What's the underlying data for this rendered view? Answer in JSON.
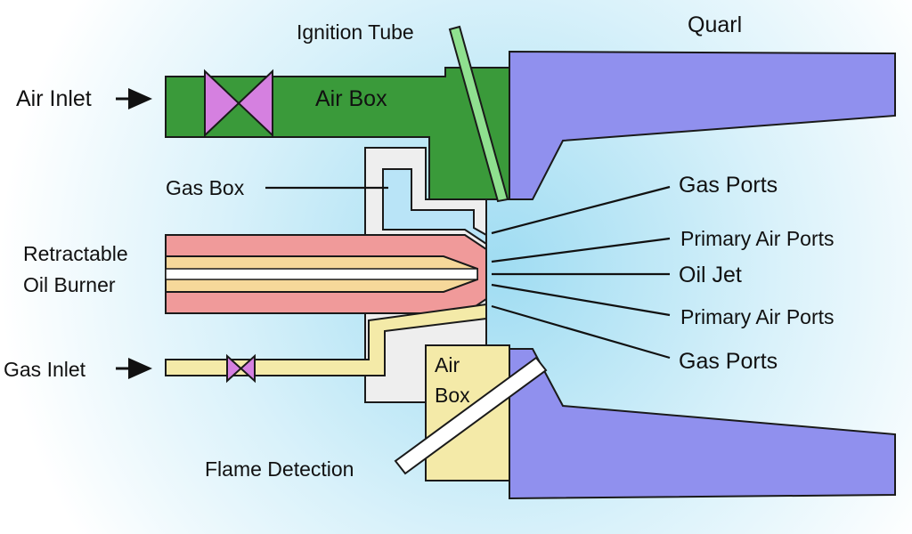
{
  "labels": {
    "ignition_tube": "Ignition Tube",
    "quarl": "Quarl",
    "air_inlet": "Air Inlet",
    "air_box_top": "Air Box",
    "gas_box": "Gas Box",
    "gas_ports_top": "Gas Ports",
    "primary_air_ports_top": "Primary Air Ports",
    "retractable_line1": "Retractable",
    "retractable_line2": "Oil Burner",
    "oil_jet": "Oil Jet",
    "primary_air_ports_bottom": "Primary Air Ports",
    "gas_inlet": "Gas Inlet",
    "air_box_bottom_line1": "Air",
    "air_box_bottom_line2": "Box",
    "gas_ports_bottom": "Gas Ports",
    "flame_detection": "Flame Detection"
  },
  "colors": {
    "background_glow": "#9fdcf2",
    "air_box": "#3a9a3a",
    "valve": "#d580e0",
    "ignition_tube": "#8fe08f",
    "quarl": "#9090ee",
    "gas_box": "#b9e4f7",
    "casing": "#eeeeee",
    "oil_burner_outer": "#f09a9a",
    "oil_burner_inner": "#f6d89a",
    "gas_pipe": "#f4eaa8",
    "air_box_lower": "#f4eaa8",
    "flame_detector": "#ffffff"
  },
  "icons": [
    "arrow-right-icon",
    "valve-icon"
  ]
}
